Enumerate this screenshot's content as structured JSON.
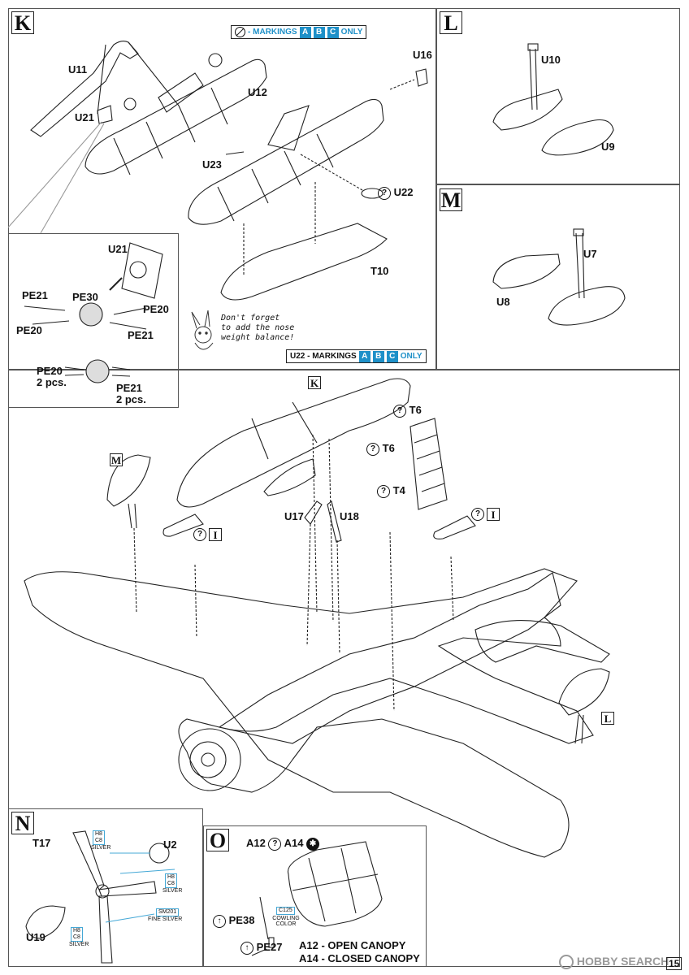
{
  "steps": {
    "K": {
      "letter": "K"
    },
    "L": {
      "letter": "L"
    },
    "M": {
      "letter": "M"
    },
    "N": {
      "letter": "N"
    },
    "O": {
      "letter": "O"
    }
  },
  "markings_top": {
    "prefix": "- MARKINGS",
    "letters": [
      "A",
      "B",
      "C"
    ],
    "suffix": "ONLY"
  },
  "markings_u22": {
    "prefix": "U22 - MARKINGS",
    "letters": [
      "A",
      "B",
      "C"
    ],
    "suffix": "ONLY"
  },
  "labels_k": {
    "u11": "U11",
    "u12": "U12",
    "u16": "U16",
    "u21": "U21",
    "u23": "U23",
    "u22": "U22",
    "t10": "T10"
  },
  "detail_k": {
    "u21": "U21",
    "pe21a": "PE21",
    "pe30": "PE30",
    "pe20a": "PE20",
    "pe20b": "PE20",
    "pe21b": "PE21",
    "pe20_qty_name": "PE20",
    "pe20_qty": "2 pcs.",
    "pe21_qty_name": "PE21",
    "pe21_qty": "2 pcs."
  },
  "bunny_note": [
    "Don't forget",
    "to add the nose",
    "weight balance!"
  ],
  "labels_l": {
    "u10": "U10",
    "u9": "U9"
  },
  "labels_m": {
    "u7": "U7",
    "u8": "U8"
  },
  "main": {
    "ref_k": "K",
    "ref_m": "M",
    "ref_l": "L",
    "ref_i_left": "I",
    "ref_i_right": "I",
    "t6a": "T6",
    "t6b": "T6",
    "t4": "T4",
    "u17": "U17",
    "u18": "U18"
  },
  "step_n": {
    "t17": "T17",
    "u2": "U2",
    "u19": "U19",
    "paints": [
      {
        "code": "H8",
        "code2": "C8",
        "name": "SILVER"
      },
      {
        "code": "H8",
        "code2": "C8",
        "name": "SILVER"
      },
      {
        "code": "SM201",
        "code2": "",
        "name": "FINE SILVER"
      },
      {
        "code": "H8",
        "code2": "C8",
        "name": "SILVER"
      }
    ]
  },
  "step_o": {
    "a12": "A12",
    "a14": "A14",
    "pe38": "PE38",
    "pe27": "PE27",
    "paint_code": "C125",
    "paint_name": "COWLING COLOR",
    "caption_open": "A12 - OPEN CANOPY",
    "caption_closed": "A14 - CLOSED CANOPY"
  },
  "watermark": "HOBBY SEARCH",
  "page_number": "15"
}
